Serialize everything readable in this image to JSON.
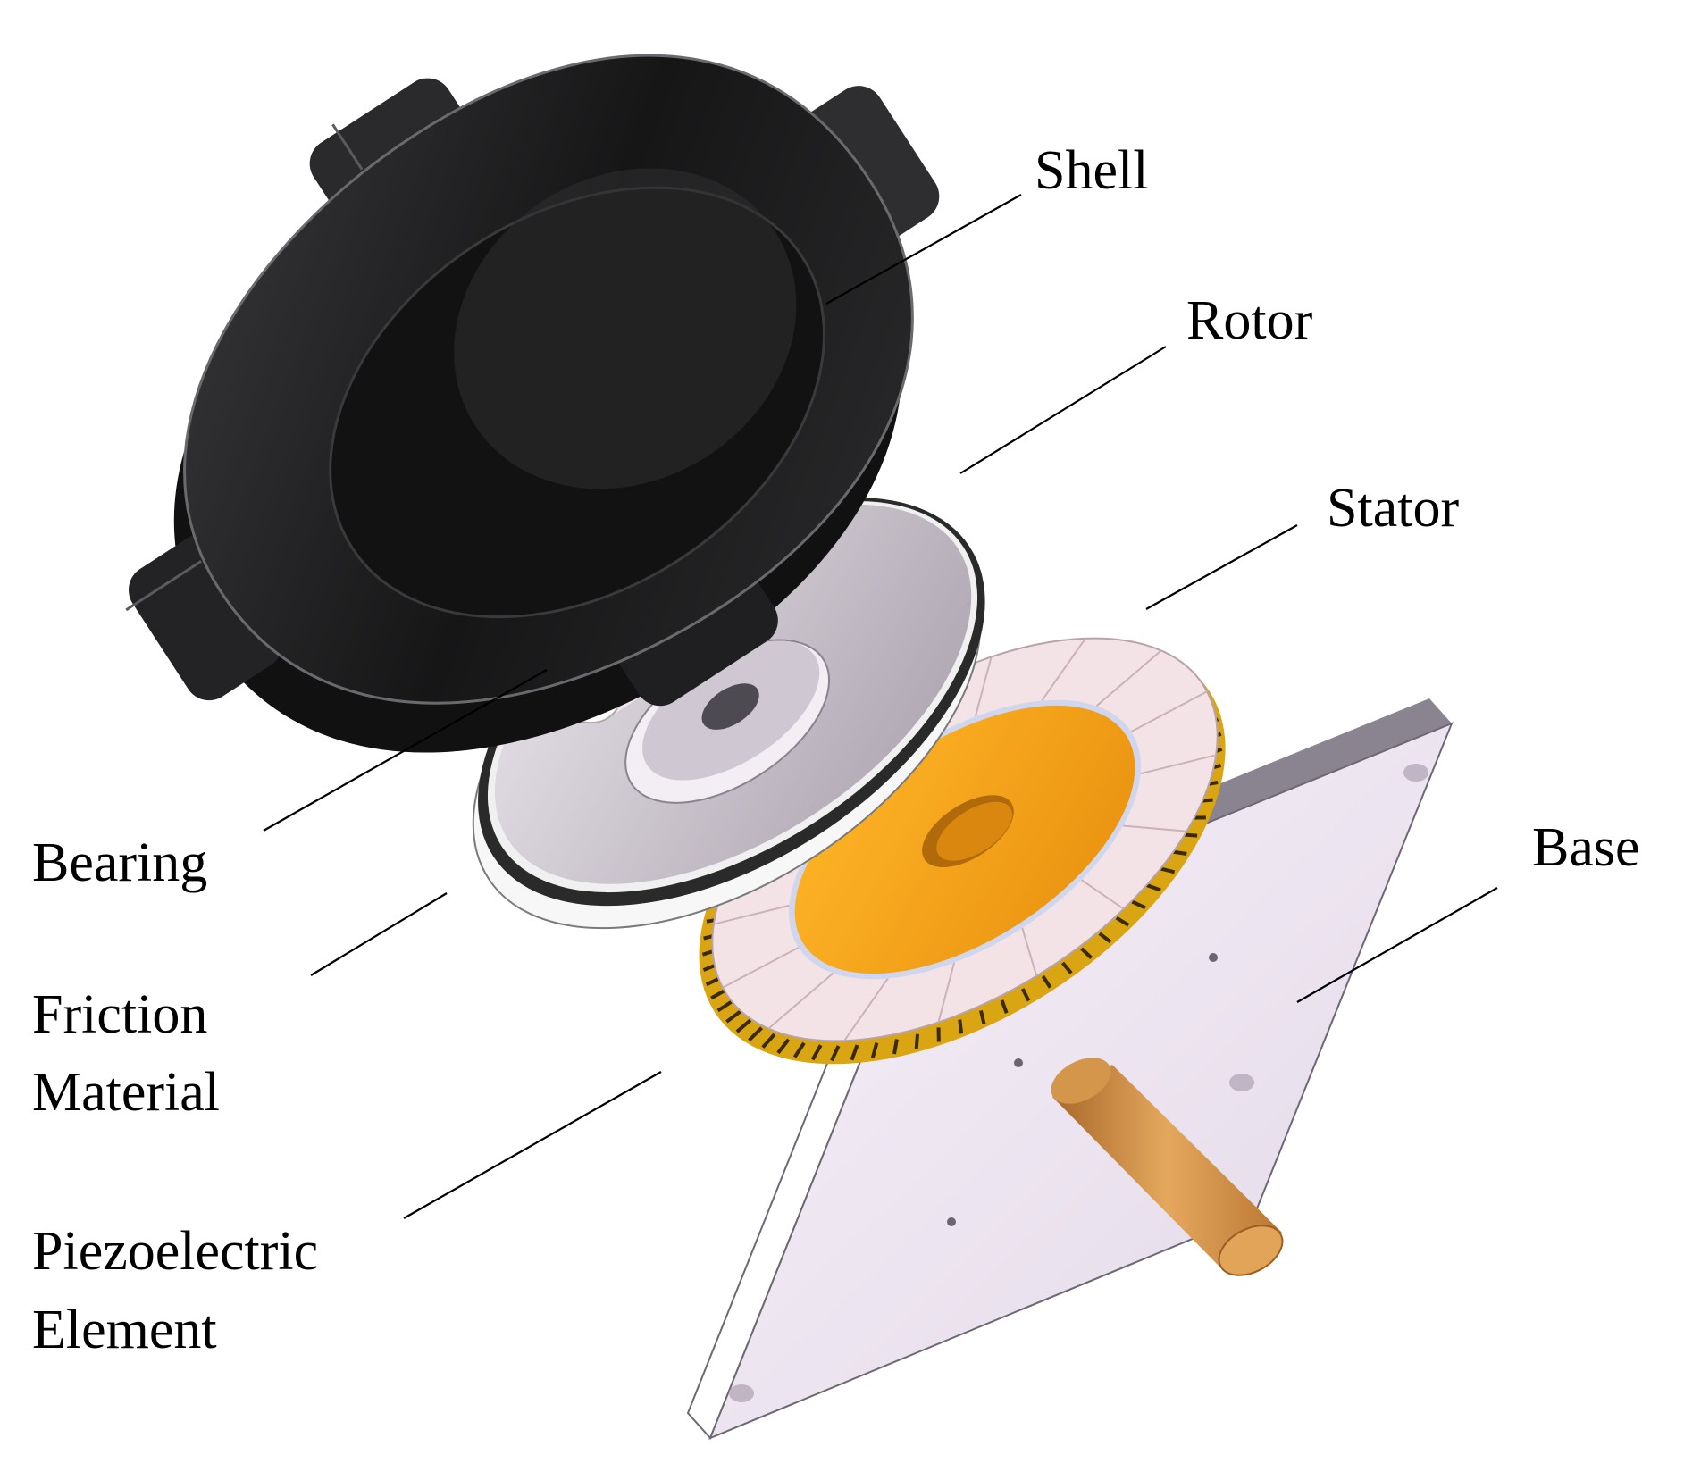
{
  "labels": {
    "shell": "Shell",
    "rotor": "Rotor",
    "stator": "Stator",
    "base": "Base",
    "bearing": "Bearing",
    "friction_line1": "Friction",
    "friction_line2": "Material",
    "piezo_line1": "Piezoelectric",
    "piezo_line2": "Element"
  },
  "colors": {
    "shell": "#1c1c1e",
    "rotor_face": "#c9c2cb",
    "rotor_rim": "#2a2a2a",
    "stator_teeth": "#e8b81c",
    "electrode": "#f2a21a",
    "piezo_segments": "#f4e3e6",
    "base_plate": "#efe6f2",
    "shaft": "#c98a3e"
  }
}
